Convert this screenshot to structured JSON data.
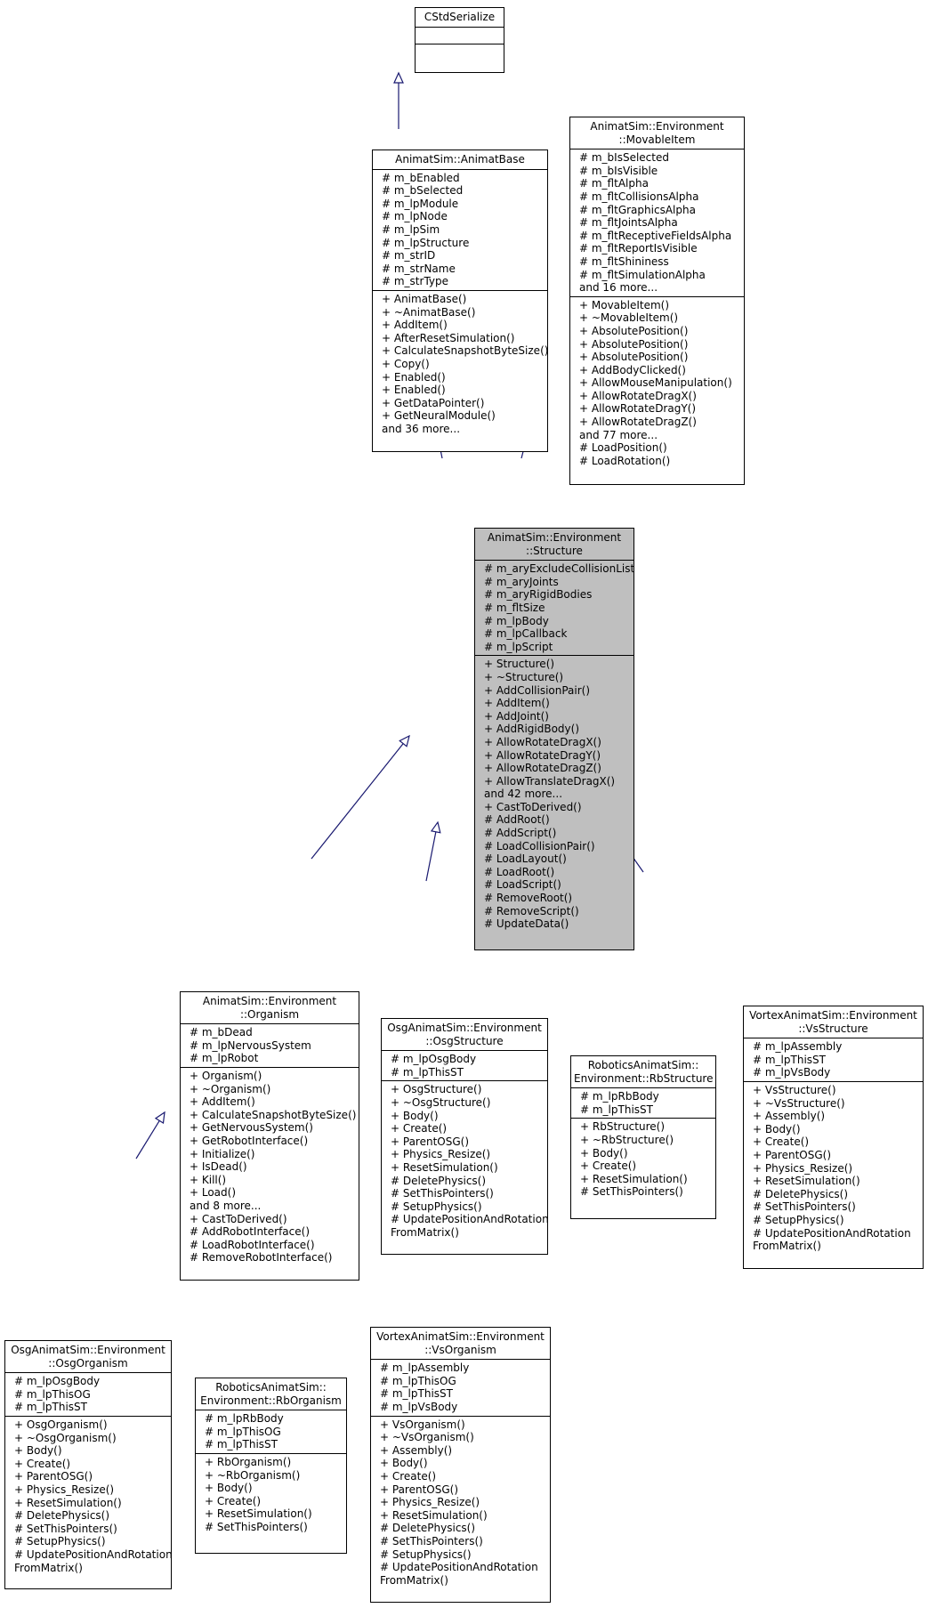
{
  "classes": [
    {
      "id": "cstd",
      "title": "CStdSerialize",
      "attributes": [],
      "methods": [],
      "focus": false
    },
    {
      "id": "animatbase",
      "title": "AnimatSim::AnimatBase",
      "attributes": [
        "# m_bEnabled",
        "# m_bSelected",
        "# m_lpModule",
        "# m_lpNode",
        "# m_lpSim",
        "# m_lpStructure",
        "# m_strID",
        "# m_strName",
        "# m_strType"
      ],
      "methods": [
        "+ AnimatBase()",
        "+ ~AnimatBase()",
        "+ AddItem()",
        "+ AfterResetSimulation()",
        "+ CalculateSnapshotByteSize()",
        "+ Copy()",
        "+ Enabled()",
        "+ Enabled()",
        "+ GetDataPointer()",
        "+ GetNeuralModule()",
        "and 36 more..."
      ],
      "focus": false
    },
    {
      "id": "movable",
      "title": "AnimatSim::Environment\n::MovableItem",
      "attributes": [
        "# m_bIsSelected",
        "# m_bIsVisible",
        "# m_fltAlpha",
        "# m_fltCollisionsAlpha",
        "# m_fltGraphicsAlpha",
        "# m_fltJointsAlpha",
        "# m_fltReceptiveFieldsAlpha",
        "# m_fltReportIsVisible",
        "# m_fltShininess",
        "# m_fltSimulationAlpha",
        "and 16 more..."
      ],
      "methods": [
        "+ MovableItem()",
        "+ ~MovableItem()",
        "+ AbsolutePosition()",
        "+ AbsolutePosition()",
        "+ AbsolutePosition()",
        "+ AddBodyClicked()",
        "+ AllowMouseManipulation()",
        "+ AllowRotateDragX()",
        "+ AllowRotateDragY()",
        "+ AllowRotateDragZ()",
        "and 77 more...",
        "# LoadPosition()",
        "# LoadRotation()"
      ],
      "focus": false
    },
    {
      "id": "structure",
      "title": "AnimatSim::Environment\n::Structure",
      "attributes": [
        "# m_aryExcludeCollisionList",
        "# m_aryJoints",
        "# m_aryRigidBodies",
        "# m_fltSize",
        "# m_lpBody",
        "# m_lpCallback",
        "# m_lpScript"
      ],
      "methods": [
        "+ Structure()",
        "+ ~Structure()",
        "+ AddCollisionPair()",
        "+ AddItem()",
        "+ AddJoint()",
        "+ AddRigidBody()",
        "+ AllowRotateDragX()",
        "+ AllowRotateDragY()",
        "+ AllowRotateDragZ()",
        "+ AllowTranslateDragX()",
        "and 42 more...",
        "+ CastToDerived()",
        "# AddRoot()",
        "# AddScript()",
        "# LoadCollisionPair()",
        "# LoadLayout()",
        "# LoadRoot()",
        "# LoadScript()",
        "# RemoveRoot()",
        "# RemoveScript()",
        "# UpdateData()"
      ],
      "focus": true
    },
    {
      "id": "organism",
      "title": "AnimatSim::Environment\n::Organism",
      "attributes": [
        "# m_bDead",
        "# m_lpNervousSystem",
        "# m_lpRobot"
      ],
      "methods": [
        "+ Organism()",
        "+ ~Organism()",
        "+ AddItem()",
        "+ CalculateSnapshotByteSize()",
        "+ GetNervousSystem()",
        "+ GetRobotInterface()",
        "+ Initialize()",
        "+ IsDead()",
        "+ Kill()",
        "+ Load()",
        "and 8 more...",
        "+ CastToDerived()",
        "# AddRobotInterface()",
        "# LoadRobotInterface()",
        "# RemoveRobotInterface()"
      ],
      "focus": false
    },
    {
      "id": "osgstructure",
      "title": "OsgAnimatSim::Environment\n::OsgStructure",
      "attributes": [
        "# m_lpOsgBody",
        "# m_lpThisST"
      ],
      "methods": [
        "+ OsgStructure()",
        "+ ~OsgStructure()",
        "+ Body()",
        "+ Create()",
        "+ ParentOSG()",
        "+ Physics_Resize()",
        "+ ResetSimulation()",
        "# DeletePhysics()",
        "# SetThisPointers()",
        "# SetupPhysics()",
        "# UpdatePositionAndRotation",
        "FromMatrix()"
      ],
      "focus": false
    },
    {
      "id": "rbstructure",
      "title": "RoboticsAnimatSim::\nEnvironment::RbStructure",
      "attributes": [
        "# m_lpRbBody",
        "# m_lpThisST"
      ],
      "methods": [
        "+ RbStructure()",
        "+ ~RbStructure()",
        "+ Body()",
        "+ Create()",
        "+ ResetSimulation()",
        "# SetThisPointers()"
      ],
      "focus": false
    },
    {
      "id": "vsstructure",
      "title": "VortexAnimatSim::Environment\n::VsStructure",
      "attributes": [
        "# m_lpAssembly",
        "# m_lpThisST",
        "# m_lpVsBody"
      ],
      "methods": [
        "+ VsStructure()",
        "+ ~VsStructure()",
        "+ Assembly()",
        "+ Body()",
        "+ Create()",
        "+ ParentOSG()",
        "+ Physics_Resize()",
        "+ ResetSimulation()",
        "# DeletePhysics()",
        "# SetThisPointers()",
        "# SetupPhysics()",
        "# UpdatePositionAndRotation",
        "FromMatrix()"
      ],
      "focus": false
    },
    {
      "id": "osgorganism",
      "title": "OsgAnimatSim::Environment\n::OsgOrganism",
      "attributes": [
        "# m_lpOsgBody",
        "# m_lpThisOG",
        "# m_lpThisST"
      ],
      "methods": [
        "+ OsgOrganism()",
        "+ ~OsgOrganism()",
        "+ Body()",
        "+ Create()",
        "+ ParentOSG()",
        "+ Physics_Resize()",
        "+ ResetSimulation()",
        "# DeletePhysics()",
        "# SetThisPointers()",
        "# SetupPhysics()",
        "# UpdatePositionAndRotation",
        "FromMatrix()"
      ],
      "focus": false
    },
    {
      "id": "rborganism",
      "title": "RoboticsAnimatSim::\nEnvironment::RbOrganism",
      "attributes": [
        "# m_lpRbBody",
        "# m_lpThisOG",
        "# m_lpThisST"
      ],
      "methods": [
        "+ RbOrganism()",
        "+ ~RbOrganism()",
        "+ Body()",
        "+ Create()",
        "+ ResetSimulation()",
        "# SetThisPointers()"
      ],
      "focus": false
    },
    {
      "id": "vsorganism",
      "title": "VortexAnimatSim::Environment\n::VsOrganism",
      "attributes": [
        "# m_lpAssembly",
        "# m_lpThisOG",
        "# m_lpThisST",
        "# m_lpVsBody"
      ],
      "methods": [
        "+ VsOrganism()",
        "+ ~VsOrganism()",
        "+ Assembly()",
        "+ Body()",
        "+ Create()",
        "+ ParentOSG()",
        "+ Physics_Resize()",
        "+ ResetSimulation()",
        "# DeletePhysics()",
        "# SetThisPointers()",
        "# SetupPhysics()",
        "# UpdatePositionAndRotation",
        "FromMatrix()"
      ],
      "focus": false
    }
  ],
  "colors": {
    "edge": "#191970",
    "focus_fill": "#bfbfbf",
    "node_fill": "#ffffff",
    "border": "#000000"
  }
}
